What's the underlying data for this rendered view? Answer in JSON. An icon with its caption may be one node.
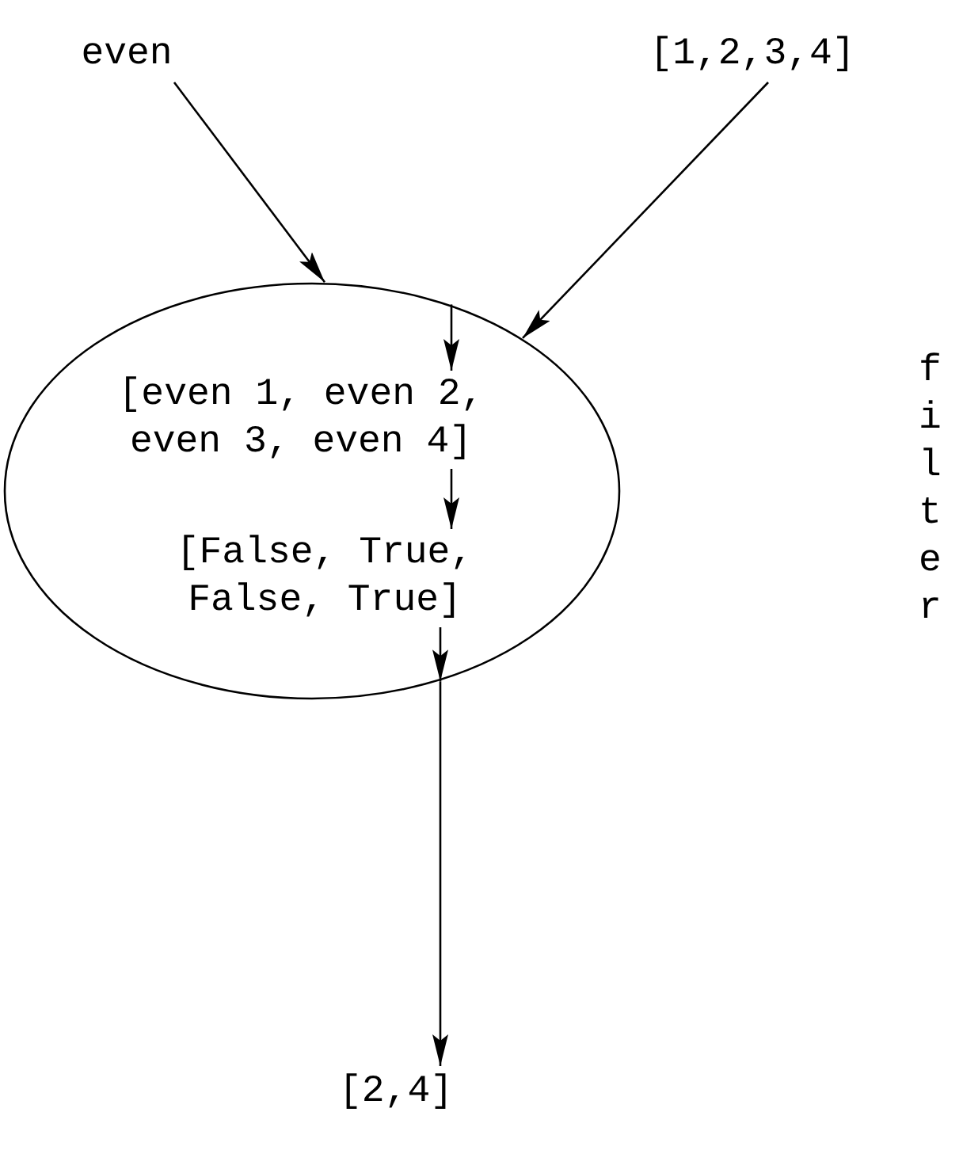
{
  "diagram": {
    "nodes": [
      {
        "text": [
          "even"
        ]
      },
      {
        "text": [
          "[1,2,3,4]"
        ]
      },
      {
        "text": [],
        "shape": "ellipse"
      },
      {
        "text": [
          "[even 1, even 2, even 3, even 4]"
        ],
        "in": 2
      },
      {
        "text": [
          "[False, True, False, True]"
        ],
        "in": 2
      },
      {
        "text": [
          "[2,4]"
        ]
      }
    ],
    "edges": [
      {
        "from": 0,
        "to": 2,
        "arrow": "to"
      },
      {
        "from": 1,
        "to": 2,
        "arrow": "to"
      },
      {
        "from": 2,
        "to": 3,
        "arrow": "to"
      },
      {
        "from": 3,
        "to": 4,
        "arrow": "to"
      },
      {
        "from": 4,
        "to": 2,
        "arrow": "to"
      },
      {
        "from": 2,
        "to": 5,
        "arrow": "to"
      }
    ],
    "labels": [
      "filter"
    ]
  }
}
